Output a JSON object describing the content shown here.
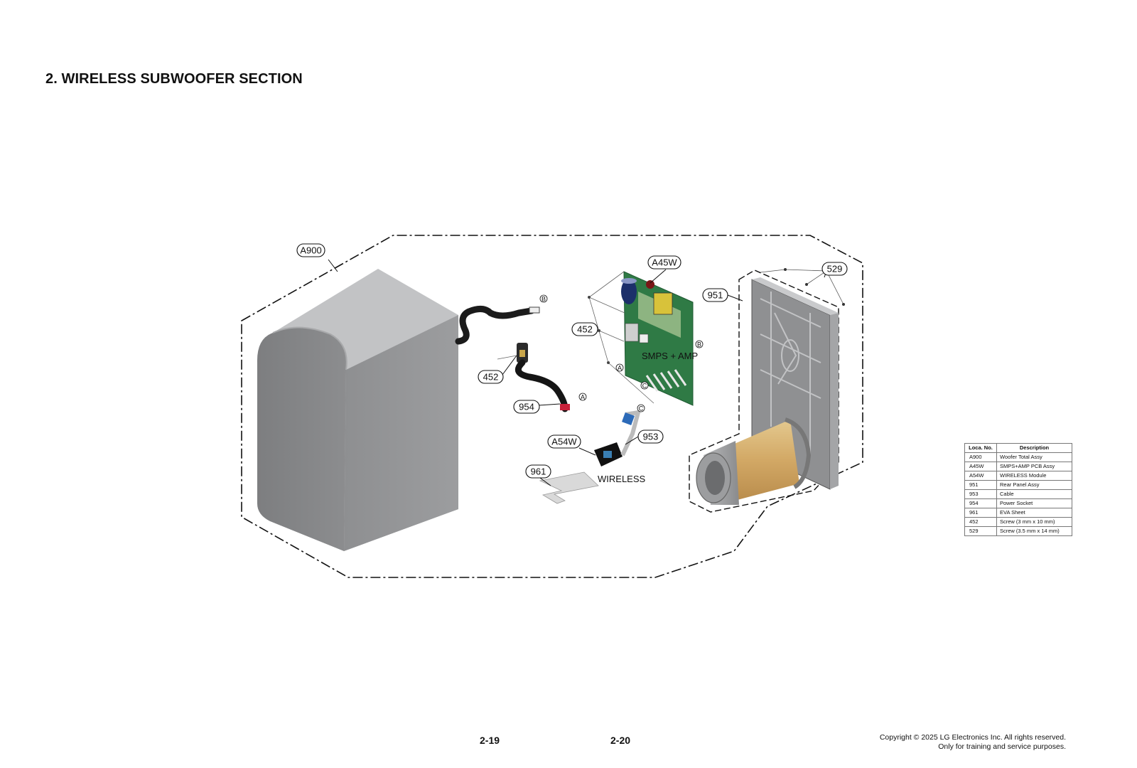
{
  "section_title": "2. WIRELESS SUBWOOFER SECTION",
  "callouts": {
    "a900": "A900",
    "a45w": "A45W",
    "c529": "529",
    "c951": "951",
    "c452_pcb": "452",
    "c452_socket": "452",
    "c954": "954",
    "c953": "953",
    "a54w": "A54W",
    "c961": "961"
  },
  "connectors": {
    "a": "A",
    "b": "B",
    "c": "C"
  },
  "labels": {
    "smps_amp": "SMPS + AMP",
    "wireless": "WIRELESS"
  },
  "legend": {
    "headers": [
      "Loca. No.",
      "Description"
    ],
    "rows": [
      {
        "loc": "A900",
        "desc": "Woofer Total Assy"
      },
      {
        "loc": "A45W",
        "desc": "SMPS+AMP PCB Assy"
      },
      {
        "loc": "A54W",
        "desc": "WIRELESS Module"
      },
      {
        "loc": "951",
        "desc": "Rear Panel Assy"
      },
      {
        "loc": "953",
        "desc": "Cable"
      },
      {
        "loc": "954",
        "desc": "Power Socket"
      },
      {
        "loc": "961",
        "desc": "EVA Sheet"
      },
      {
        "loc": "452",
        "desc": "Screw (3 mm x 10 mm)"
      },
      {
        "loc": "529",
        "desc": "Screw (3.5 mm x 14 mm)"
      }
    ]
  },
  "footer": {
    "page_left": "2-19",
    "page_right": "2-20",
    "copyright_line1": "Copyright © 2025 LG Electronics Inc. All rights reserved.",
    "copyright_line2": "Only for training and service purposes."
  }
}
